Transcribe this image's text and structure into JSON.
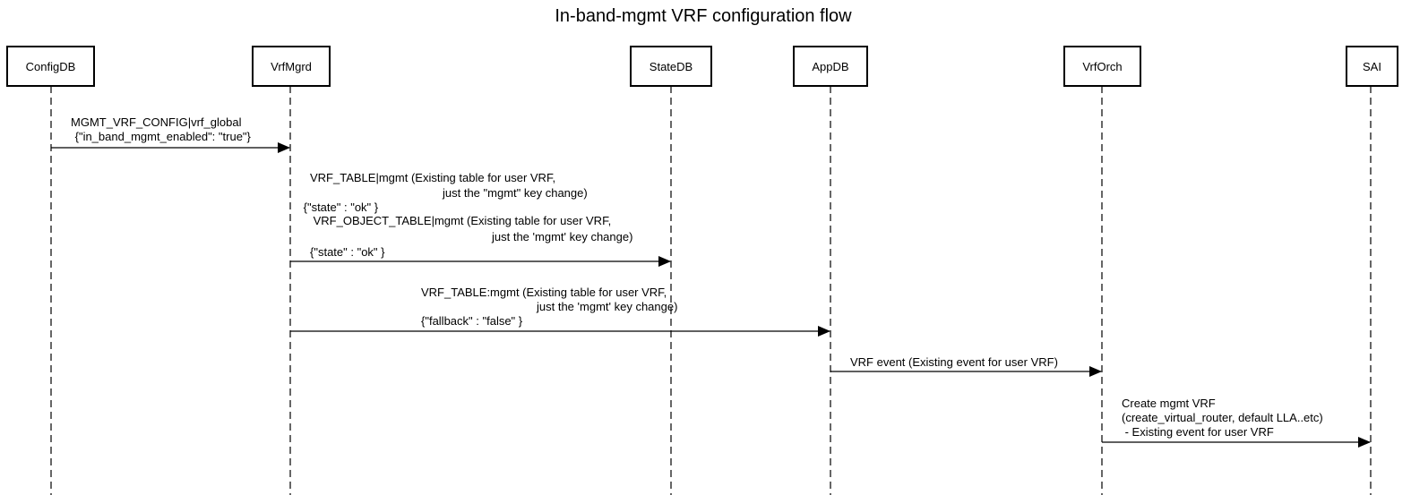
{
  "title": "In-band-mgmt VRF configuration flow",
  "actors": [
    {
      "id": "configdb",
      "label": "ConfigDB"
    },
    {
      "id": "vrfmgrd",
      "label": "VrfMgrd"
    },
    {
      "id": "statedb",
      "label": "StateDB"
    },
    {
      "id": "appdb",
      "label": "AppDB"
    },
    {
      "id": "vrforch",
      "label": "VrfOrch"
    },
    {
      "id": "sai",
      "label": "SAI"
    }
  ],
  "messages": [
    {
      "from": "configdb",
      "to": "vrfmgrd",
      "lines": [
        "MGMT_VRF_CONFIG|vrf_global",
        " {\"in_band_mgmt_enabled\": \"true\"}"
      ]
    },
    {
      "from": "vrfmgrd",
      "to": "statedb",
      "lines": [
        "VRF_TABLE|mgmt (Existing table for user VRF,",
        "just the \"mgmt\" key change)",
        " {\"state\" : \"ok\" }",
        " VRF_OBJECT_TABLE|mgmt (Existing table for user VRF,",
        "just the 'mgmt' key change)",
        "{\"state\" : \"ok\" }"
      ]
    },
    {
      "from": "vrfmgrd",
      "to": "appdb",
      "lines": [
        "VRF_TABLE:mgmt (Existing table for user VRF,",
        "just the 'mgmt' key change)",
        "{\"fallback\" : \"false\" }"
      ]
    },
    {
      "from": "appdb",
      "to": "vrforch",
      "lines": [
        "VRF event (Existing event for user VRF)"
      ]
    },
    {
      "from": "vrforch",
      "to": "sai",
      "lines": [
        "Create mgmt VRF",
        "(create_virtual_router, default LLA..etc)",
        " - Existing event for user VRF"
      ]
    }
  ]
}
